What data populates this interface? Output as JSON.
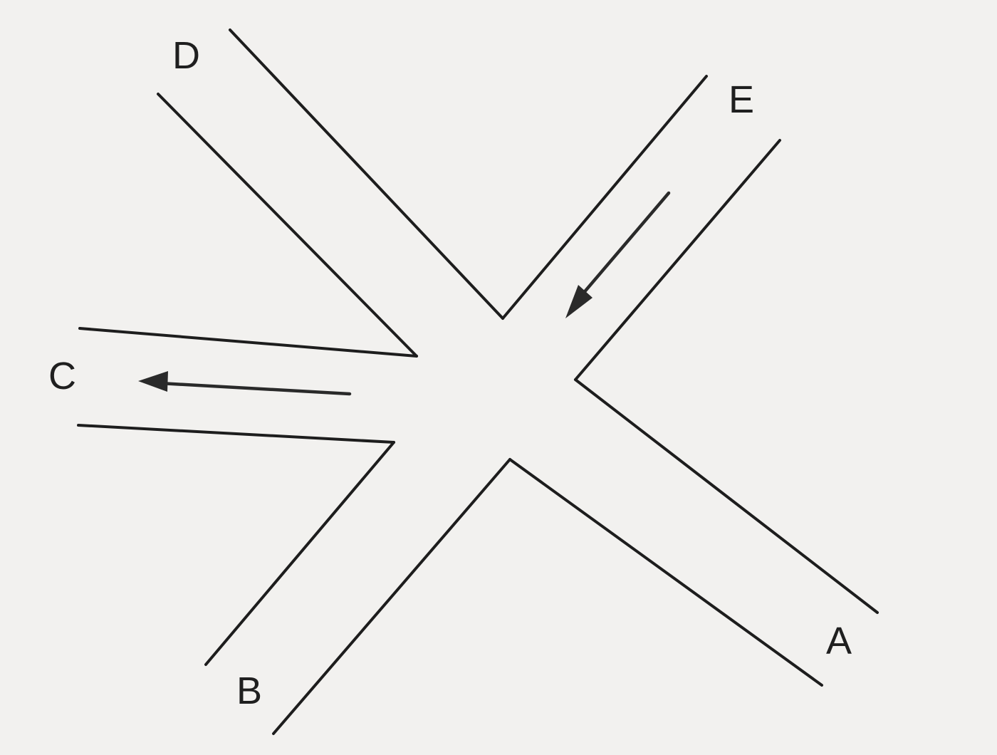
{
  "labels": {
    "a": "A",
    "b": "B",
    "c": "C",
    "d": "D",
    "e": "E"
  },
  "colors": {
    "paper": "#f2f1ef",
    "ink": "#1d1d1d"
  },
  "arrows": [
    {
      "from": "E",
      "to": "center"
    },
    {
      "from": "center",
      "to": "C"
    }
  ]
}
